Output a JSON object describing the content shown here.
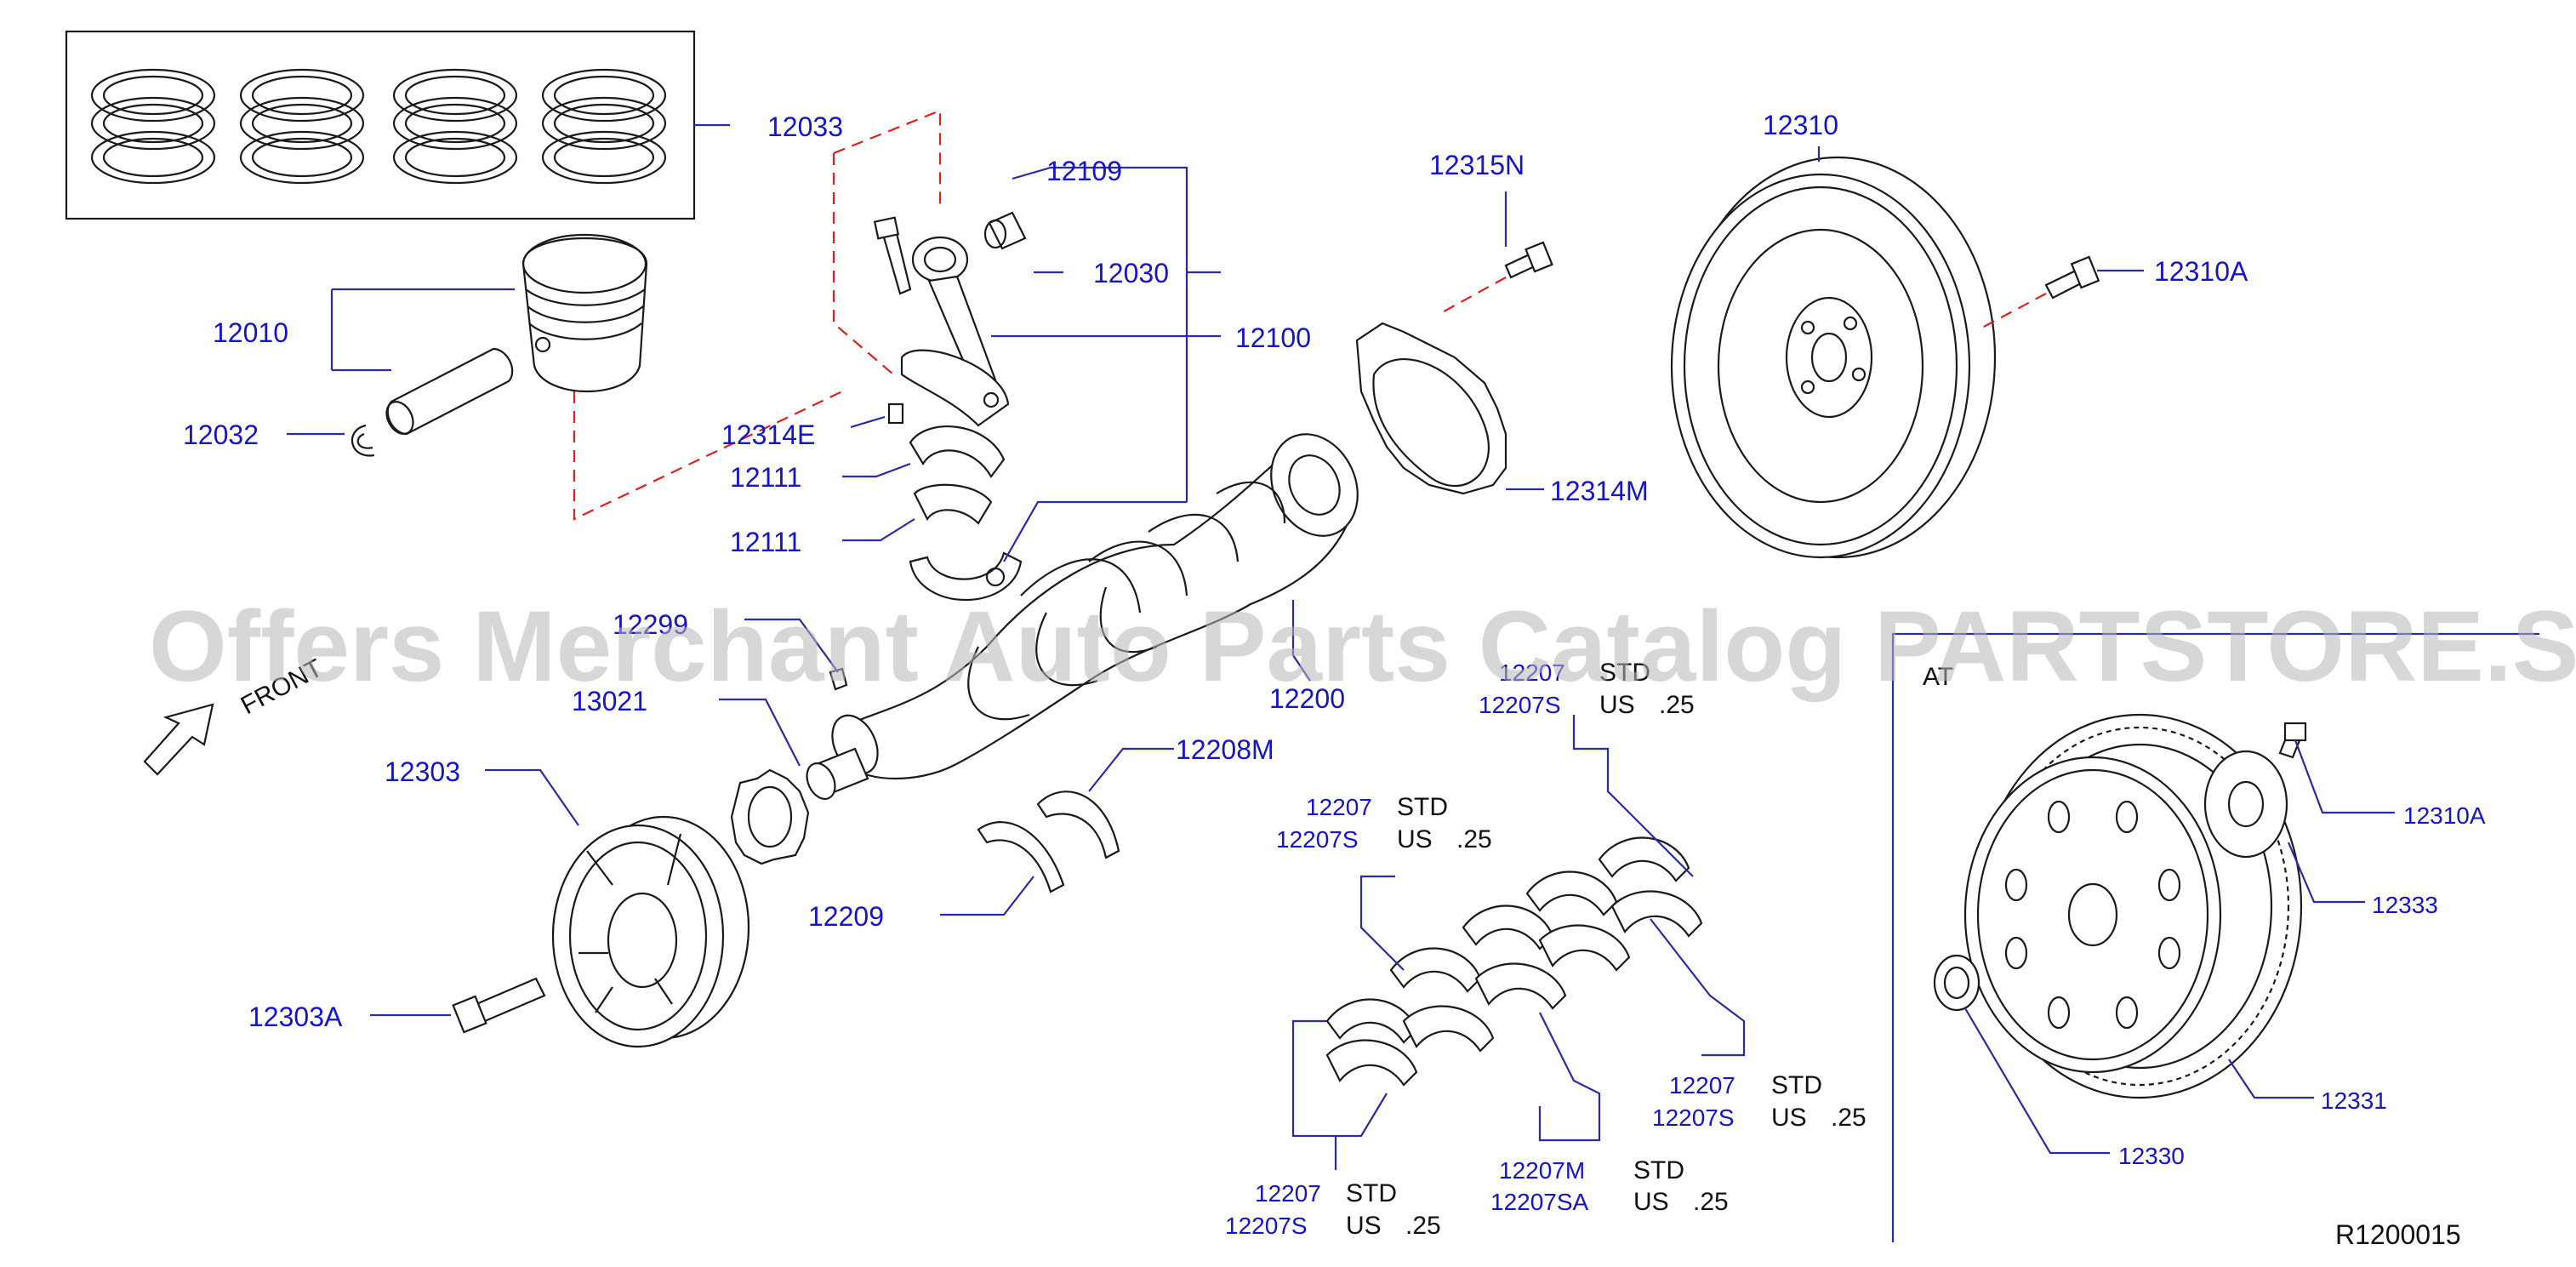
{
  "diagram": {
    "watermark": "Offers Merchant Auto Parts Catalog PARTSTORE.SA",
    "reference_code": "R1200015",
    "front_label": "FRONT",
    "at_label": "AT",
    "labels": {
      "p12033": "12033",
      "p12109": "12109",
      "p12030": "12030",
      "p12100": "12100",
      "p12010": "12010",
      "p12032": "12032",
      "p12314E": "12314E",
      "p12111a": "12111",
      "p12111b": "12111",
      "p12315N": "12315N",
      "p12314M": "12314M",
      "p12310": "12310",
      "p12310A_top": "12310A",
      "p12200": "12200",
      "p12299": "12299",
      "p13021": "13021",
      "p12303": "12303",
      "p12303A": "12303A",
      "p12208M": "12208M",
      "p12209": "12209",
      "p12310A_at": "12310A",
      "p12333": "12333",
      "p12331": "12331",
      "p12330": "12330"
    },
    "bearing_groups": [
      {
        "part": "12207",
        "alt": "12207S",
        "std": "STD",
        "us": "US",
        "us_size": ".25"
      },
      {
        "part": "12207",
        "alt": "12207S",
        "std": "STD",
        "us": "US",
        "us_size": ".25"
      },
      {
        "part": "12207",
        "alt": "12207S",
        "std": "STD",
        "us": "US",
        "us_size": ".25"
      },
      {
        "part": "12207M",
        "alt": "12207SA",
        "std": "STD",
        "us": "US",
        "us_size": ".25"
      },
      {
        "part": "12207",
        "alt": "12207S",
        "std": "STD",
        "us": "US",
        "us_size": ".25"
      }
    ]
  }
}
